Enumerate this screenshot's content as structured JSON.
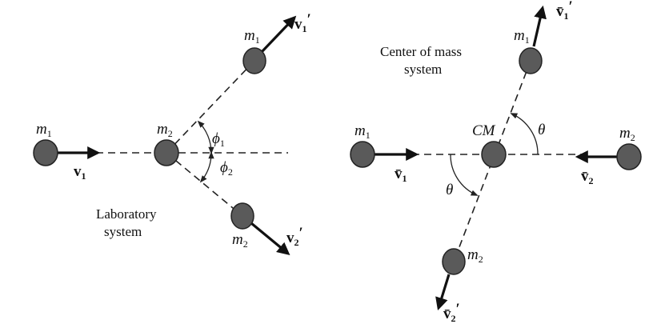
{
  "lab": {
    "m1_in": {
      "m": "m",
      "sub": "1"
    },
    "v1": {
      "v": "v",
      "sub": "1"
    },
    "m2_center": {
      "m": "m",
      "sub": "2"
    },
    "m1_out": {
      "m": "m",
      "sub": "1"
    },
    "v1p": {
      "v": "v",
      "sub": "1",
      "prime": "′"
    },
    "m2_out": {
      "m": "m",
      "sub": "2"
    },
    "v2p": {
      "v": "v",
      "sub": "2",
      "prime": "′"
    },
    "phi1": {
      "sym": "ϕ",
      "sub": "1"
    },
    "phi2": {
      "sym": "ϕ",
      "sub": "2"
    },
    "caption_line1": "Laboratory",
    "caption_line2": "system"
  },
  "cm": {
    "caption_line1": "Center of mass",
    "caption_line2": "system",
    "m1_in": {
      "m": "m",
      "sub": "1"
    },
    "v1bar": {
      "v": "v̄",
      "sub": "1"
    },
    "cm_label": "CM",
    "m2_in": {
      "m": "m",
      "sub": "2"
    },
    "v2bar": {
      "v": "v̄",
      "sub": "2"
    },
    "m1_out": {
      "m": "m",
      "sub": "1"
    },
    "v1bar_p": {
      "v": "v̄",
      "sub": "1",
      "prime": "′"
    },
    "m2_out": {
      "m": "m",
      "sub": "2"
    },
    "v2bar_p": {
      "v": "v̄",
      "sub": "2",
      "prime": "′"
    },
    "theta_upper": "θ",
    "theta_lower": "θ"
  }
}
